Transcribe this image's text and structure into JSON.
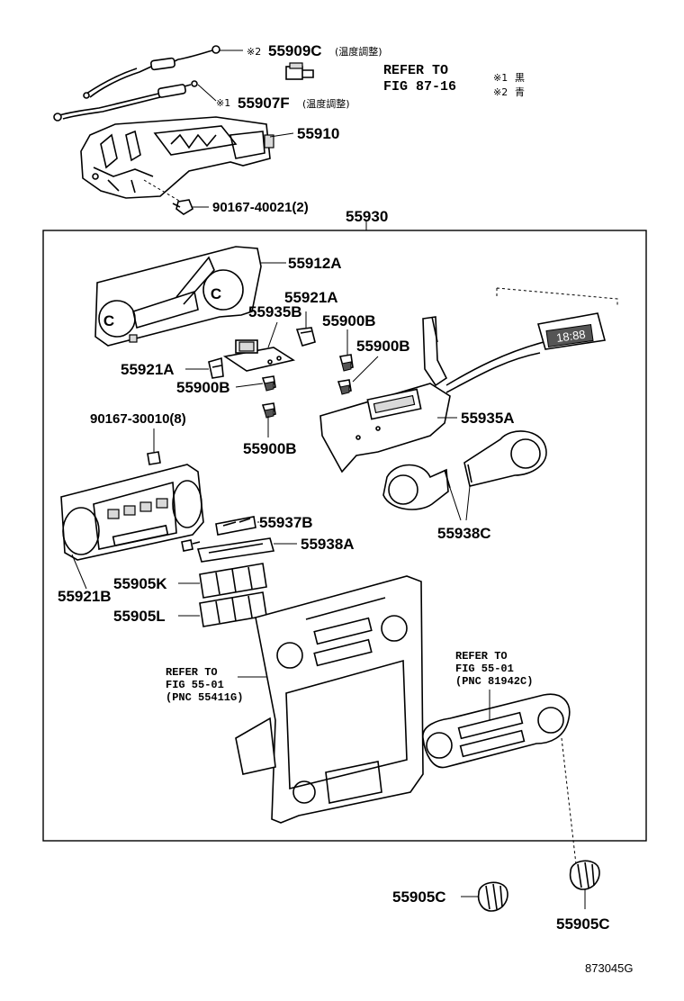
{
  "assembly": {
    "main_part": "55930",
    "drawing_code": "873045G"
  },
  "legend": [
    {
      "mark": "※1",
      "text": "黒"
    },
    {
      "mark": "※2",
      "text": "青"
    }
  ],
  "parts": {
    "p55909C": {
      "mark": "※2",
      "number": "55909C",
      "note": "(温度調整)"
    },
    "p55907F": {
      "mark": "※1",
      "number": "55907F",
      "note": "(温度調整)"
    },
    "p55910": {
      "number": "55910"
    },
    "p90167_40021": {
      "number": "90167-40021(2)"
    },
    "p55912A": {
      "number": "55912A"
    },
    "p55921A_top": {
      "number": "55921A"
    },
    "p55935B": {
      "number": "55935B"
    },
    "p55900B_1": {
      "number": "55900B"
    },
    "p55900B_2": {
      "number": "55900B"
    },
    "p55921A_left": {
      "number": "55921A"
    },
    "p55900B_3": {
      "number": "55900B"
    },
    "p90167_30010": {
      "number": "90167-30010(8)"
    },
    "p55900B_4": {
      "number": "55900B"
    },
    "p55935A": {
      "number": "55935A"
    },
    "p55937B": {
      "number": "55937B"
    },
    "p55938A": {
      "number": "55938A"
    },
    "p55938C": {
      "number": "55938C"
    },
    "p55921B": {
      "number": "55921B"
    },
    "p55905K": {
      "number": "55905K"
    },
    "p55905L": {
      "number": "55905L"
    },
    "p55905C_1": {
      "number": "55905C"
    },
    "p55905C_2": {
      "number": "55905C"
    }
  },
  "references": {
    "ref_fig87": {
      "line1": "REFER TO",
      "line2": "FIG 87-16"
    },
    "ref_55411G": {
      "line1": "REFER TO",
      "line2": "FIG 55-01",
      "line3": "(PNC 55411G)"
    },
    "ref_81942C": {
      "line1": "REFER TO",
      "line2": "FIG 55-01",
      "line3": "(PNC 81942C)"
    }
  },
  "display_readout": "18:88"
}
